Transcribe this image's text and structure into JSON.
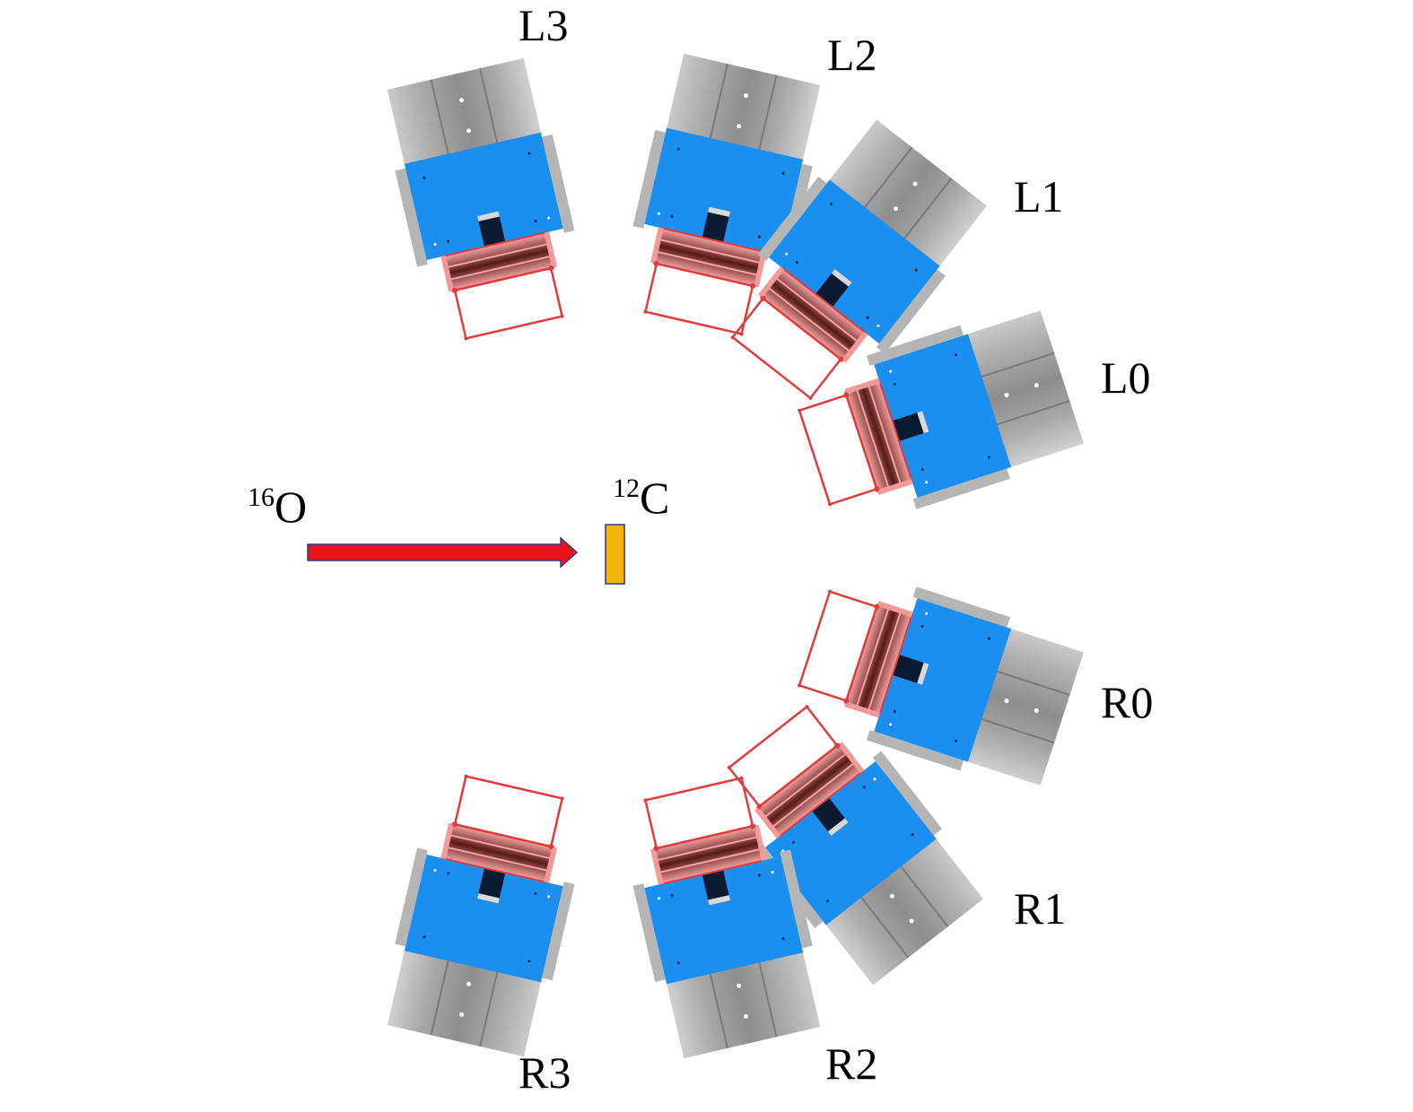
{
  "beam": {
    "mass_number": "16",
    "element": "O",
    "arrow_color": "#e8141c",
    "arrow_outline": "#2a3a8c"
  },
  "target": {
    "mass_number": "12",
    "element": "C",
    "color": "#f5b10e",
    "outline": "#2a3a8c"
  },
  "colors": {
    "detector_body": "#1a8ff0",
    "detector_housing": "#9a9a9a",
    "telescope_frame": "#e03c3c",
    "telescope_fill": "#f29a9a"
  },
  "detectors": [
    {
      "id": "L3",
      "label": "L3"
    },
    {
      "id": "L2",
      "label": "L2"
    },
    {
      "id": "L1",
      "label": "L1"
    },
    {
      "id": "L0",
      "label": "L0"
    },
    {
      "id": "R0",
      "label": "R0"
    },
    {
      "id": "R1",
      "label": "R1"
    },
    {
      "id": "R2",
      "label": "R2"
    },
    {
      "id": "R3",
      "label": "R3"
    }
  ]
}
